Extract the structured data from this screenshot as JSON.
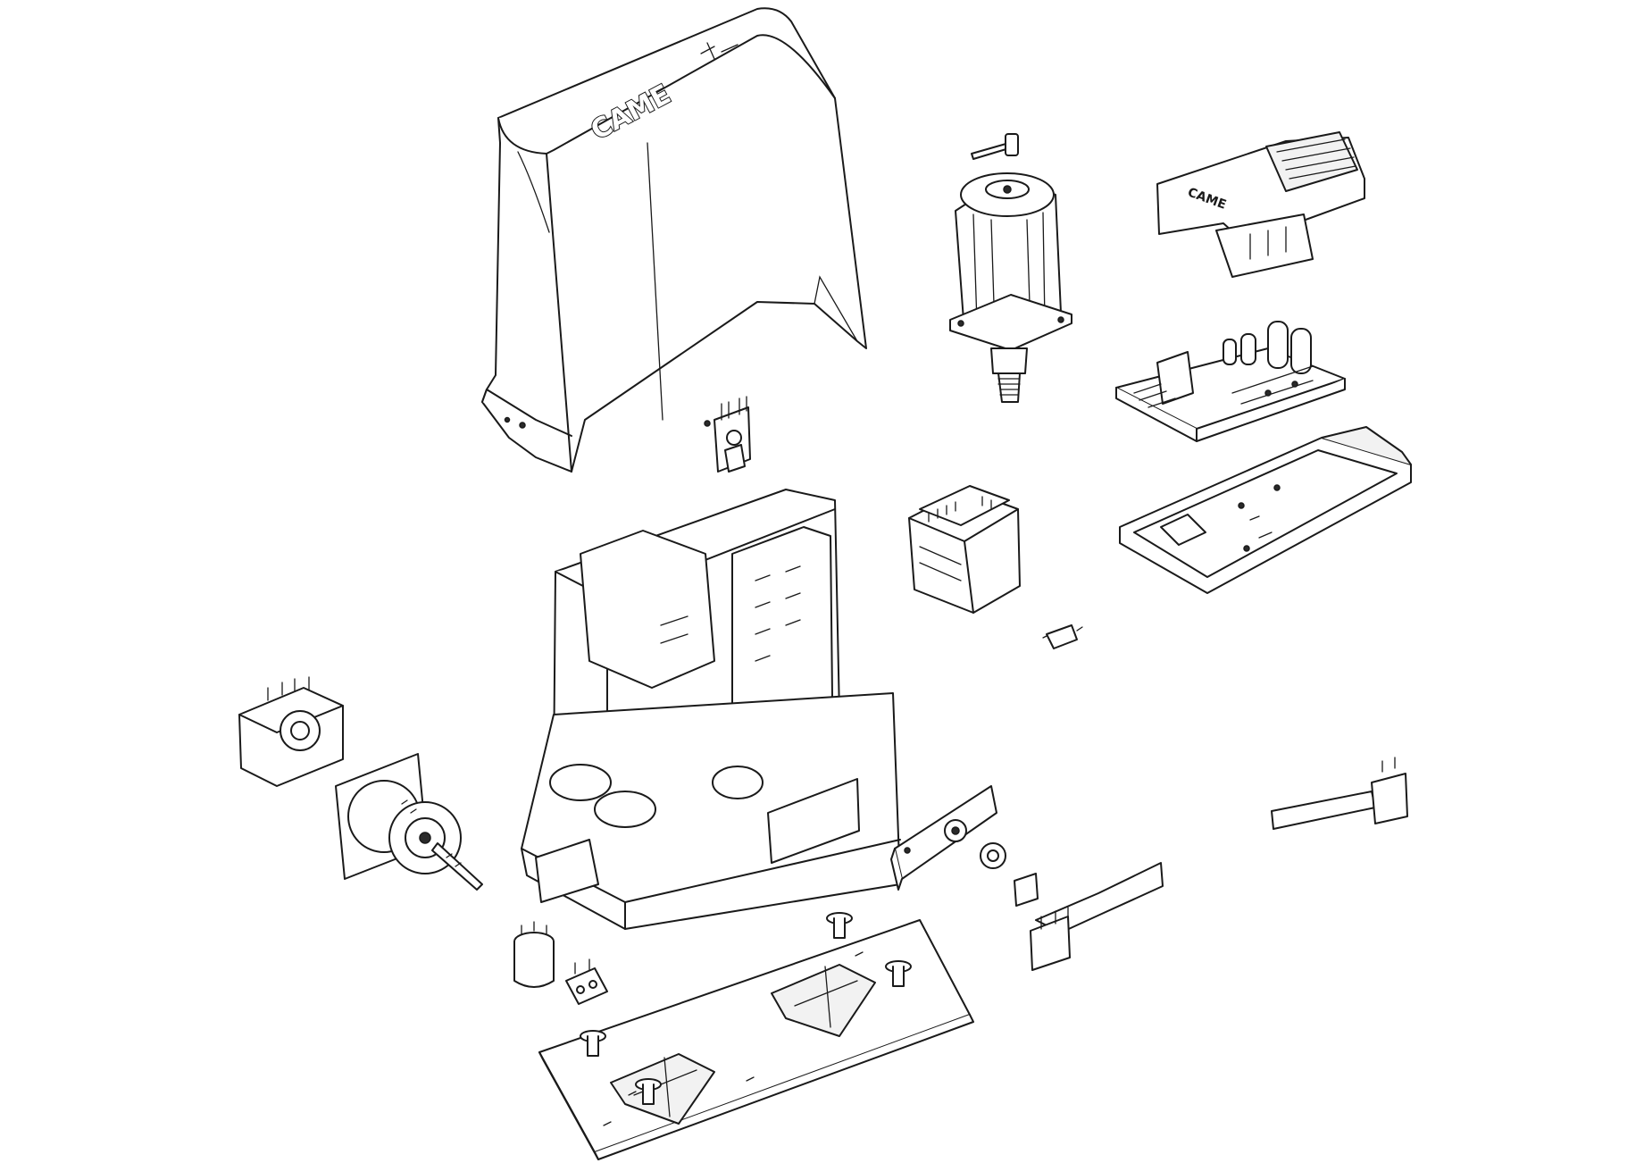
{
  "diagram": {
    "brand_text_cover": "CAME",
    "brand_text_cover_small": "CAME",
    "parts": [
      {
        "id": "cover",
        "icon": "cover-housing-icon"
      },
      {
        "id": "release-key",
        "icon": "key-icon"
      },
      {
        "id": "motor",
        "icon": "motor-icon"
      },
      {
        "id": "board-cover",
        "icon": "board-cover-icon"
      },
      {
        "id": "control-board",
        "icon": "circuit-board-icon"
      },
      {
        "id": "board-tray",
        "icon": "tray-icon"
      },
      {
        "id": "transformer",
        "icon": "transformer-icon"
      },
      {
        "id": "fuse-holder",
        "icon": "fuse-icon"
      },
      {
        "id": "limit-switch-bracket",
        "icon": "bracket-icon"
      },
      {
        "id": "gearbox-housing",
        "icon": "gearbox-icon"
      },
      {
        "id": "encoder-cap",
        "icon": "encoder-icon"
      },
      {
        "id": "drive-gear",
        "icon": "gear-icon"
      },
      {
        "id": "coupler",
        "icon": "coupler-icon"
      },
      {
        "id": "terminal-block",
        "icon": "terminal-block-icon"
      },
      {
        "id": "release-panel",
        "icon": "release-panel-icon"
      },
      {
        "id": "lock-cylinder",
        "icon": "lock-icon"
      },
      {
        "id": "release-lever",
        "icon": "lever-icon"
      },
      {
        "id": "limit-lever",
        "icon": "limit-lever-icon"
      },
      {
        "id": "base-plate",
        "icon": "base-plate-icon"
      }
    ]
  }
}
